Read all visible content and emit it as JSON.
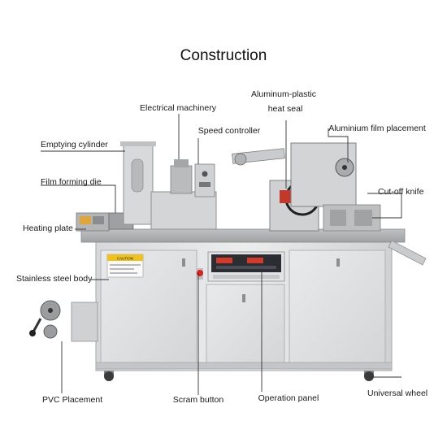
{
  "title": "Construction",
  "labels": {
    "electrical_machinery": "Electrical machinery",
    "aluminum_plastic_heat_seal_line1": "Aluminum-plastic",
    "aluminum_plastic_heat_seal_line2": "heat seal",
    "speed_controller": "Speed controller",
    "aluminium_film_placement": "Aluminium film placement",
    "emptying_cylinder": "Emptying cylinder",
    "cut_off_knife": "Cut-off knife",
    "film_forming_die": "Film forming die",
    "heating_plate": "Heating plate",
    "stainless_steel_body": "Stainless steel body",
    "pvc_placement": "PVC Placement",
    "scram_button": "Scram button",
    "operation_panel": "Operation panel",
    "universal_wheel": "Universal wheel"
  },
  "machine": {
    "caution_label": "CAUTION"
  },
  "colors": {
    "leader_line": "#333333",
    "steel_light": "#e4e5e6",
    "steel_mid": "#c9cbcd",
    "steel_dark": "#9a9c9e",
    "panel_dark": "#2b2d33",
    "caution_yellow": "#f2c21b",
    "scram_red": "#d8231f"
  }
}
